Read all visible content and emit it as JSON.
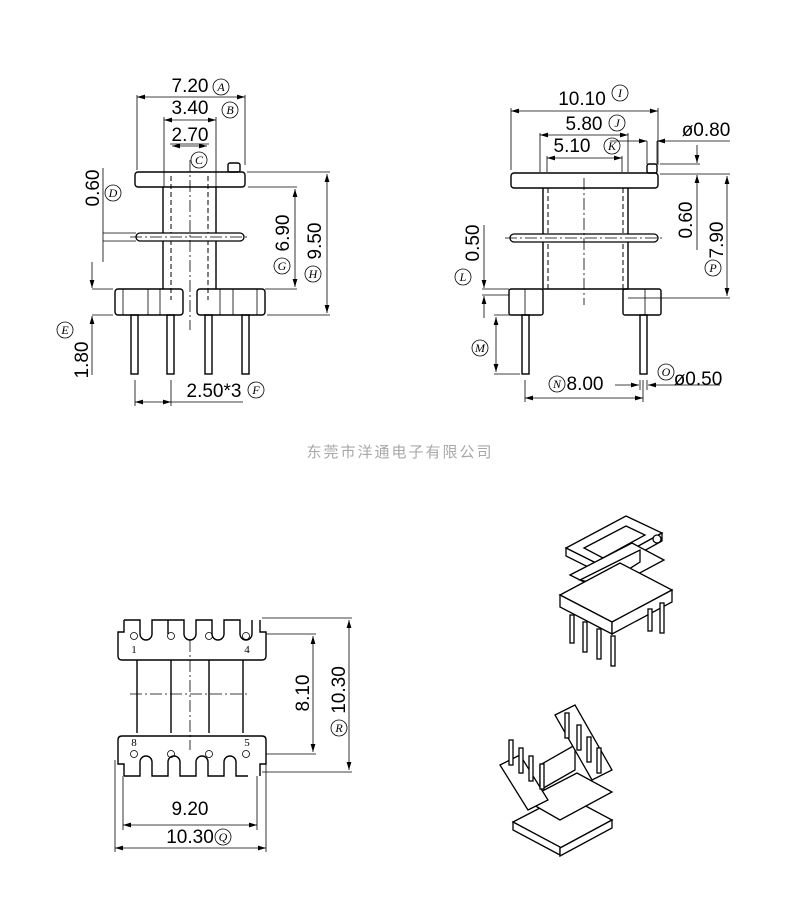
{
  "front_view": {
    "dims": {
      "A": "7.20",
      "B": "3.40",
      "C": "2.70",
      "D": "0.60",
      "E": "1.80",
      "F": "2.50*3",
      "G": "6.90",
      "H": "9.50"
    }
  },
  "side_view": {
    "dims": {
      "I": "10.10",
      "J": "5.80",
      "K": "5.10",
      "pin_top_dia": "ø0.80",
      "top_flange": "0.60",
      "L": "0.50",
      "P": "7.90",
      "N": "8.00",
      "O": "ø0.50"
    }
  },
  "bottom_view": {
    "dims": {
      "inner": "8.10",
      "R": "10.30",
      "inner_width": "9.20",
      "Q": "10.30"
    },
    "pins": [
      "1",
      "4",
      "8",
      "5"
    ]
  },
  "letters": {
    "A": "A",
    "B": "B",
    "C": "C",
    "D": "D",
    "E": "E",
    "F": "F",
    "G": "G",
    "H": "H",
    "I": "I",
    "J": "J",
    "K": "K",
    "L": "L",
    "M": "M",
    "N": "N",
    "O": "O",
    "P": "P",
    "Q": "Q",
    "R": "R"
  },
  "company": "东莞市洋通电子有限公司"
}
